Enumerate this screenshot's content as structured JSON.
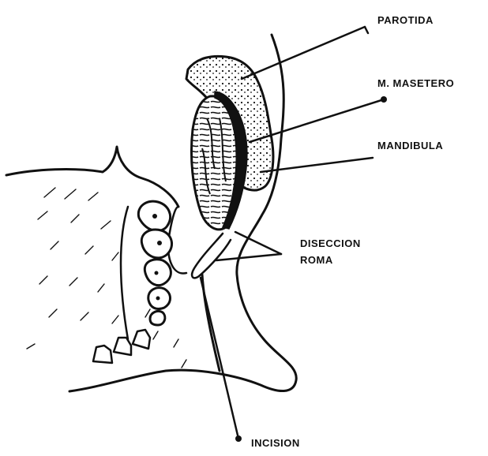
{
  "labels": {
    "parotida": "PAROTIDA",
    "masetero": "M. MASETERO",
    "mandibula": "MANDIBULA",
    "diseccion_line1": "DISECCION",
    "diseccion_line2": "ROMA",
    "incision": "INCISION"
  },
  "colors": {
    "ink": "#111111",
    "paper": "#ffffff"
  }
}
